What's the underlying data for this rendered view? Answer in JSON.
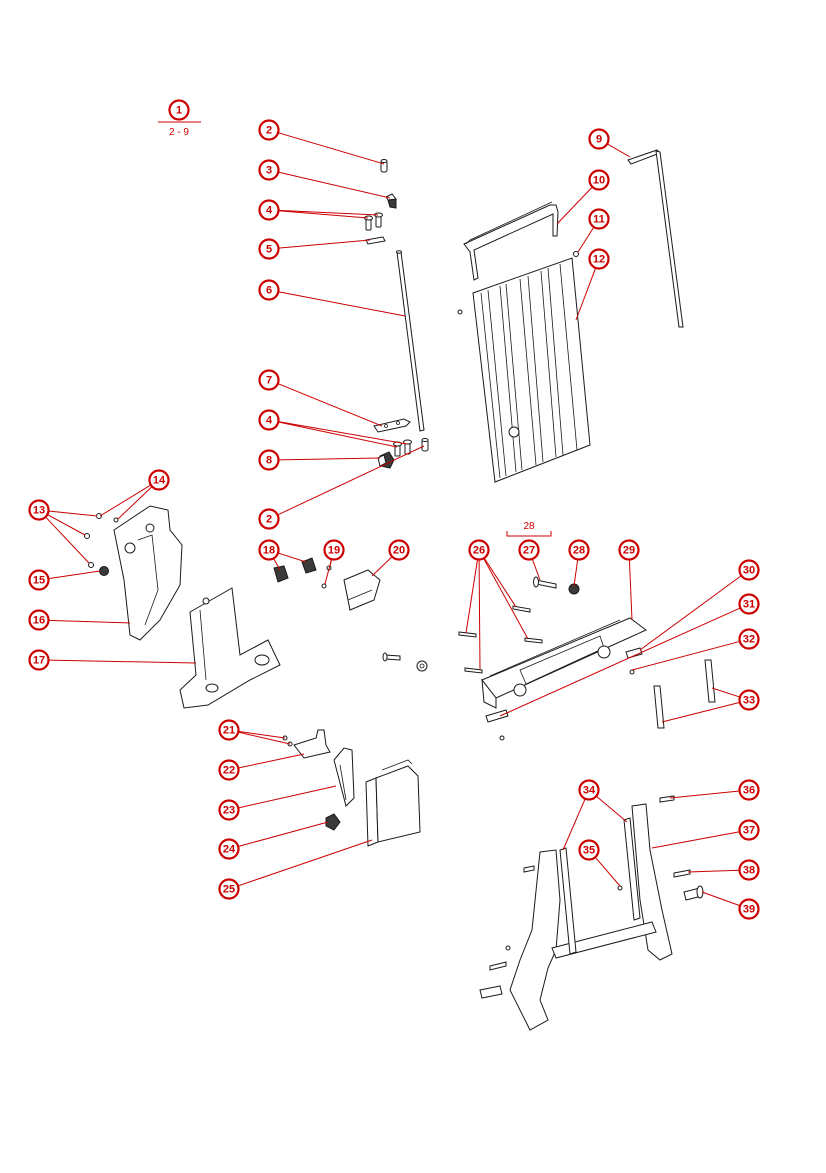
{
  "accent_color": "#cc0000",
  "line_color": "#1a1a1a",
  "callouts": [
    {
      "id": "c1",
      "label": "1"
    },
    {
      "id": "c2a",
      "label": "2"
    },
    {
      "id": "c3",
      "label": "3"
    },
    {
      "id": "c4a",
      "label": "4"
    },
    {
      "id": "c5",
      "label": "5"
    },
    {
      "id": "c6",
      "label": "6"
    },
    {
      "id": "c7",
      "label": "7"
    },
    {
      "id": "c4b",
      "label": "4"
    },
    {
      "id": "c8",
      "label": "8"
    },
    {
      "id": "c2b",
      "label": "2"
    },
    {
      "id": "c9",
      "label": "9"
    },
    {
      "id": "c10",
      "label": "10"
    },
    {
      "id": "c11",
      "label": "11"
    },
    {
      "id": "c12",
      "label": "12"
    },
    {
      "id": "c13",
      "label": "13"
    },
    {
      "id": "c14",
      "label": "14"
    },
    {
      "id": "c15",
      "label": "15"
    },
    {
      "id": "c16",
      "label": "16"
    },
    {
      "id": "c17",
      "label": "17"
    },
    {
      "id": "c18",
      "label": "18"
    },
    {
      "id": "c19",
      "label": "19"
    },
    {
      "id": "c20",
      "label": "20"
    },
    {
      "id": "c21",
      "label": "21"
    },
    {
      "id": "c22",
      "label": "22"
    },
    {
      "id": "c23",
      "label": "23"
    },
    {
      "id": "c24",
      "label": "24"
    },
    {
      "id": "c25",
      "label": "25"
    },
    {
      "id": "c26",
      "label": "26"
    },
    {
      "id": "c27",
      "label": "27"
    },
    {
      "id": "c28",
      "label": "28"
    },
    {
      "id": "c29",
      "label": "29"
    },
    {
      "id": "c30",
      "label": "30"
    },
    {
      "id": "c31",
      "label": "31"
    },
    {
      "id": "c32",
      "label": "32"
    },
    {
      "id": "c33",
      "label": "33"
    },
    {
      "id": "c34",
      "label": "34"
    },
    {
      "id": "c35",
      "label": "35"
    },
    {
      "id": "c36",
      "label": "36"
    },
    {
      "id": "c37",
      "label": "37"
    },
    {
      "id": "c38",
      "label": "38"
    },
    {
      "id": "c39",
      "label": "39"
    }
  ],
  "group_labels": {
    "assembly_1_range": "2 - 9",
    "assembly_28_label": "28"
  }
}
